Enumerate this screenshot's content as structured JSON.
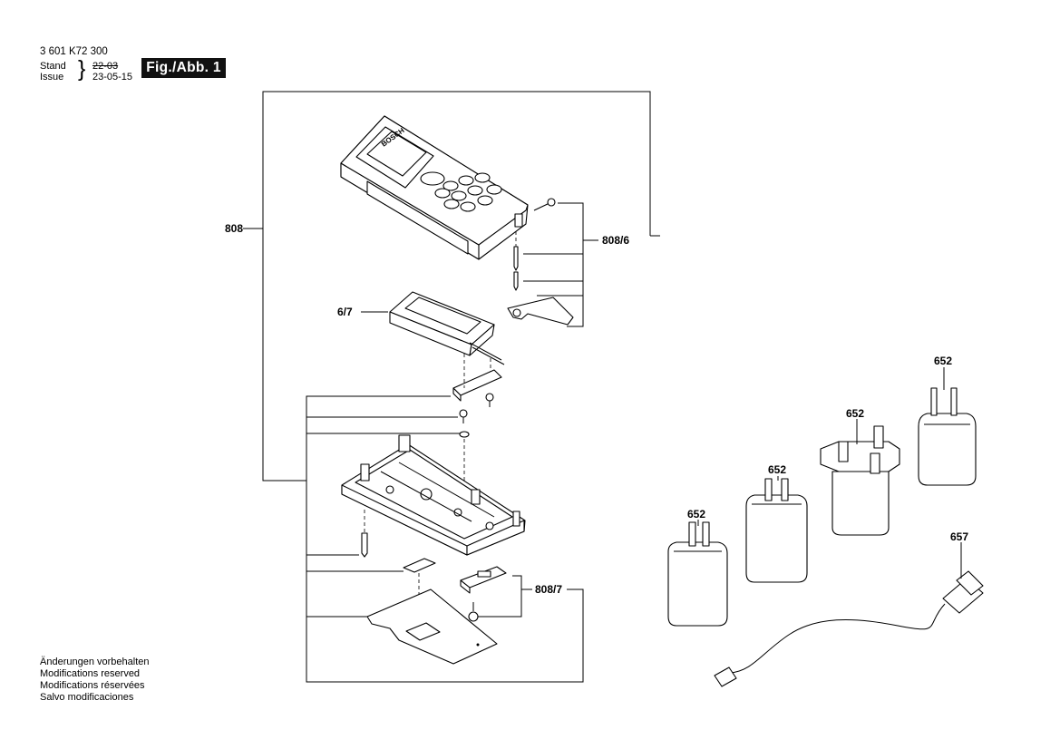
{
  "header": {
    "part_number": "3 601 K72 300",
    "stand_label": "Stand",
    "issue_label": "Issue",
    "brace": "}",
    "old_date": "22-03",
    "new_date": "23-05-15",
    "figure_label": "Fig./Abb. 1"
  },
  "notes": [
    "Änderungen vorbehalten",
    "Modifications reserved",
    "Modifications réservées",
    "Salvo modificaciones"
  ],
  "brand": "BOSCH",
  "callouts": {
    "housing_assembly": "808",
    "screw_set": "808/6",
    "battery": "6/7",
    "cover_set": "808/7",
    "charger_a": "652",
    "charger_b": "652",
    "charger_c": "652",
    "charger_d": "652",
    "usb_cable": "657"
  }
}
